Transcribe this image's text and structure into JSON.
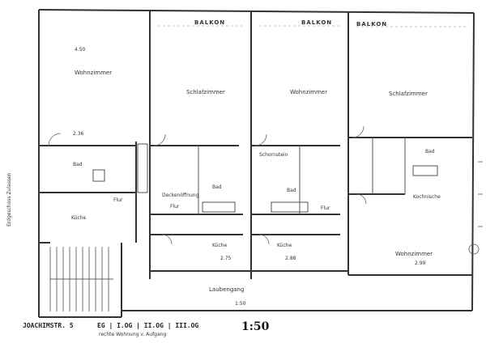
{
  "balconies": [
    "BALKON",
    "BALKON",
    "BALKON"
  ],
  "rooms": {
    "wohnzimmer_left": "Wohnzimmer",
    "schlafzimmer_1": "Schlafzimmer",
    "wohnzimmer_2": "Wohnzimmer",
    "schlafzimmer_2": "Schlafzimmer",
    "bad_left": "Bad",
    "kueche_left": "Küche",
    "flur_left": "Flur",
    "bad_1": "Bad",
    "flur_1": "Flur",
    "kueche_1": "Küche",
    "bad_2": "Bad",
    "flur_2": "Flur",
    "kueche_2": "Küche",
    "bad_right": "Bad",
    "kochnische": "Kochnische",
    "wohnzimmer_right": "Wohnzimmer",
    "laubengang": "Laubengang"
  },
  "notes": {
    "left_side": "Erdgeschoss Zulassen",
    "schornstein": "Schornstein",
    "deckenoffnung": "Deckenöffnung"
  },
  "dimensions": {
    "d1": "4.50",
    "d2": "2.36",
    "d3": "2.75",
    "d4": "2.88",
    "d5": "2.99",
    "d6": "1:50"
  },
  "footer": {
    "address": "JOACHIMSTR. 5",
    "floors": "EG | I.OG | II.OG | III.OG",
    "subtitle": "rechte Wohnung v. Aufgang",
    "scale": "1:50"
  }
}
